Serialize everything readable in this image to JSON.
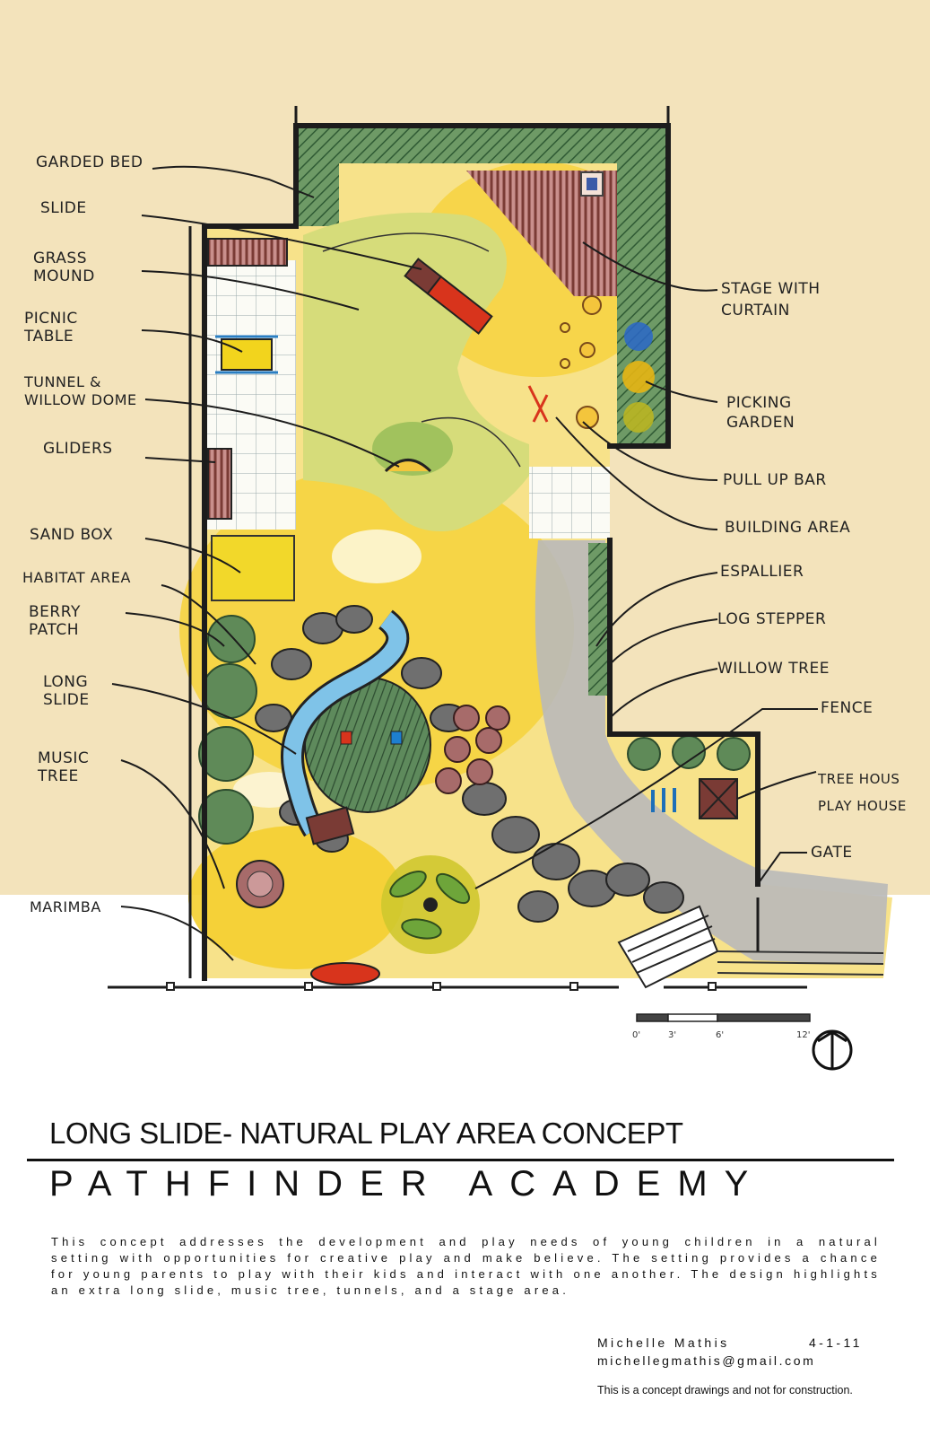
{
  "labels_left": [
    {
      "id": "garden-bed",
      "text": "GARDED BED"
    },
    {
      "id": "slide",
      "text": "SLIDE"
    },
    {
      "id": "grass-mound",
      "text": "GRASS MOUND"
    },
    {
      "id": "picnic-table",
      "text": "PICNIC TABLE"
    },
    {
      "id": "tunnel-willow-dome",
      "text": "TUNNEL & WILLOW DOME"
    },
    {
      "id": "gliders",
      "text": "GLIDERS"
    },
    {
      "id": "sand-box",
      "text": "SAND BOX"
    },
    {
      "id": "habitat-area",
      "text": "HABITAT AREA"
    },
    {
      "id": "berry-patch",
      "text": "BERRY PATCH"
    },
    {
      "id": "long-slide",
      "text": "LONG SLIDE"
    },
    {
      "id": "music-tree",
      "text": "MUSIC TREE"
    },
    {
      "id": "marimba",
      "text": "MARIMBA"
    }
  ],
  "labels_right": [
    {
      "id": "stage",
      "text": "STAGE WITH CURTAIN"
    },
    {
      "id": "picking-garden",
      "text": "PICKING GARDEN"
    },
    {
      "id": "pull-up-bar",
      "text": "PULL UP BAR"
    },
    {
      "id": "building-area",
      "text": "BUILDING AREA"
    },
    {
      "id": "espallier",
      "text": "ESPALLIER"
    },
    {
      "id": "log-stepper",
      "text": "LOG STEPPER"
    },
    {
      "id": "willow-tree",
      "text": "WILLOW TREE"
    },
    {
      "id": "fence",
      "text": "FENCE"
    },
    {
      "id": "tree-house",
      "text": "TREE HOUS PLAY HOUSE"
    },
    {
      "id": "gate",
      "text": "GATE"
    }
  ],
  "scale": {
    "marks": [
      "0'",
      "3'",
      "6'",
      "12'"
    ]
  },
  "title_concept": "LONG SLIDE- NATURAL PLAY AREA CONCEPT",
  "title_school": "PATHFINDER ACADEMY",
  "description": "This concept addresses the development and play needs of young children in a natural setting with opportunities for creative play and make believe. The setting provides a chance for young parents to play with their kids and interact with one another. The design highlights an extra long slide, music tree, tunnels, and a stage area.",
  "author": "Michelle Mathis",
  "date": "4-1-11",
  "email": "michellegmathis@gmail.com",
  "disclaimer": "This is a concept drawings and not for construction.",
  "colors": {
    "background_band": "#f3e3bb",
    "grass": "#d6dc7a",
    "yellow": "#f6d23a",
    "hedge": "#5f8a58",
    "path": "#b9b9b9",
    "slide_blue": "#7fc3e8",
    "red": "#d8341c",
    "wood": "#7a3b35"
  }
}
